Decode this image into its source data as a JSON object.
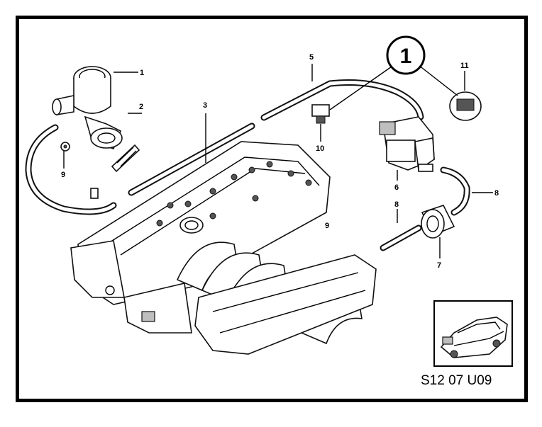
{
  "diagram": {
    "code": "S12 07 U09",
    "callout_main": "1",
    "parts": [
      {
        "id": "p1",
        "label": "1"
      },
      {
        "id": "p2",
        "label": "2"
      },
      {
        "id": "p3",
        "label": "3"
      },
      {
        "id": "p5",
        "label": "5"
      },
      {
        "id": "p6",
        "label": "6"
      },
      {
        "id": "p7",
        "label": "7"
      },
      {
        "id": "p8a",
        "label": "8"
      },
      {
        "id": "p8b",
        "label": "8"
      },
      {
        "id": "p9a",
        "label": "9"
      },
      {
        "id": "p9b",
        "label": "9"
      },
      {
        "id": "p10",
        "label": "10"
      },
      {
        "id": "p11",
        "label": "11"
      }
    ]
  }
}
